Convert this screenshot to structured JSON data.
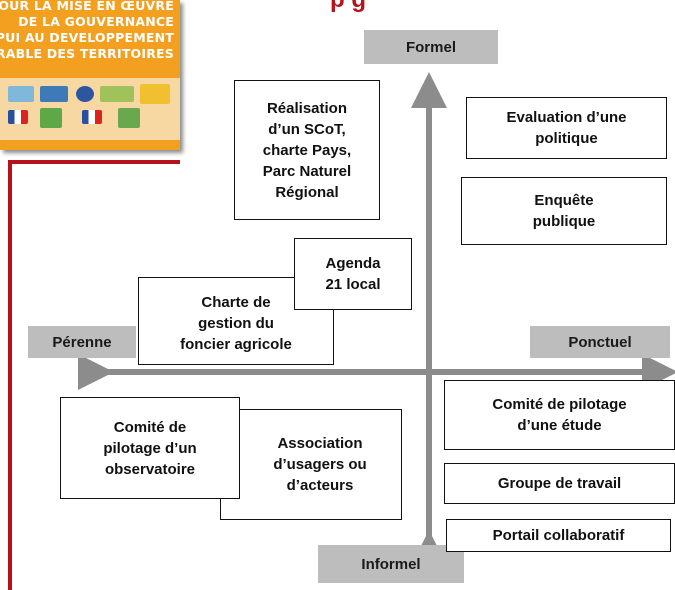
{
  "cover": {
    "title_lines": [
      "POUR LA MISE EN ŒUVRE",
      "DE LA GOUVERNANCE",
      "APPUI AU DEVELOPPEMENT",
      "DURABLE DES TERRITOIRES"
    ]
  },
  "heading": "p                 g",
  "axes": {
    "top": "Formel",
    "bottom": "Informel",
    "left": "Pérenne",
    "right": "Ponctuel",
    "color": "#8c8c8c"
  },
  "boxes": {
    "scot": [
      "Réalisation",
      "d’un SCoT,",
      "charte Pays,",
      "Parc Naturel",
      "Régional"
    ],
    "eval": [
      "Evaluation d’une",
      "politique"
    ],
    "enquete": [
      "Enquête",
      "publique"
    ],
    "agenda": [
      "Agenda",
      "21 local"
    ],
    "charte": [
      "Charte de",
      "gestion du",
      "foncier agricole"
    ],
    "pilotage_etude": [
      "Comité de pilotage",
      "d’une étude"
    ],
    "groupe": [
      "Groupe de travail"
    ],
    "portail": [
      "Portail collaboratif"
    ],
    "association": [
      "Association",
      "d’usagers ou",
      "d’acteurs"
    ],
    "comite_obs": [
      "Comité de",
      "pilotage d’un",
      "observatoire"
    ]
  },
  "colors": {
    "accent_red": "#b5121b",
    "cover_orange": "#f3a020",
    "tag_grey": "#bdbdbd"
  }
}
